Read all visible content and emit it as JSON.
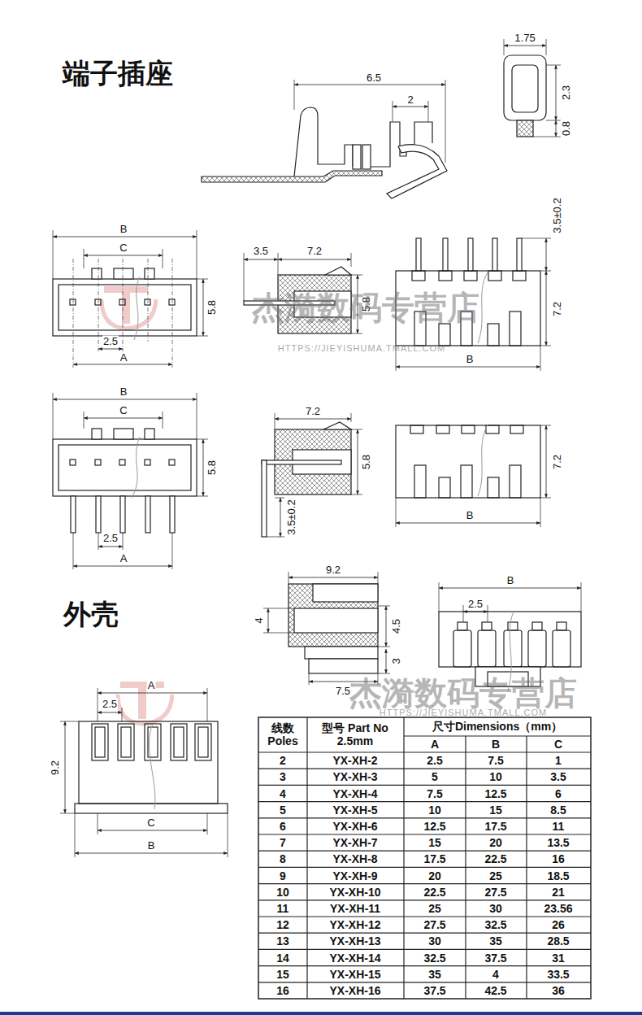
{
  "diagram": {
    "labels": [
      "端子插座",
      "6.5",
      "2",
      "1.75",
      "2.3",
      "0.8",
      "B",
      "C",
      "5.8",
      "2.5",
      "A",
      "3.5",
      "7.2",
      "5.8",
      "3.5±0.2",
      "7.2",
      "B",
      "杰漪数码专营店",
      "HTTPS://JIEYISHUMA.TMALL.COM",
      "B",
      "C",
      "5.8",
      "2.5",
      "A",
      "7.2",
      "5.8",
      "3.5±0.2",
      "7.2",
      "B",
      "外壳",
      "9.2",
      "4",
      "4.5",
      "3",
      "7.5",
      "B",
      "2.5",
      "A",
      "2.5",
      "9.2",
      "C",
      "B",
      "杰漪数码专营店",
      "HTTPS://JIEYISHUMA.TMALL.COM",
      "线数 Poles",
      "型号 Part No 2.5mm",
      "尺寸Dimensions（mm）",
      "A",
      "B",
      "C",
      "2",
      "YX-XH-2",
      "2.5",
      "7.5",
      "1",
      "3",
      "YX-XH-3",
      "5",
      "10",
      "3.5",
      "4",
      "YX-XH-4",
      "7.5",
      "12.5",
      "6",
      "5",
      "YX-XH-5",
      "10",
      "15",
      "8.5",
      "6",
      "YX-XH-6",
      "12.5",
      "17.5",
      "11",
      "7",
      "YX-XH-7",
      "15",
      "20",
      "13.5",
      "8",
      "YX-XH-8",
      "17.5",
      "22.5",
      "16",
      "9",
      "YX-XH-9",
      "20",
      "25",
      "18.5",
      "10",
      "YX-XH-10",
      "22.5",
      "27.5",
      "21",
      "11",
      "YX-XH-11",
      "25",
      "30",
      "23.56",
      "12",
      "YX-XH-12",
      "27.5",
      "32.5",
      "26",
      "13",
      "YX-XH-13",
      "30",
      "35",
      "28.5",
      "14",
      "YX-XH-14",
      "32.5",
      "37.5",
      "31",
      "15",
      "YX-XH-15",
      "35",
      "4",
      "33.5",
      "16",
      "YX-XH-16",
      "37.5",
      "42.5",
      "36"
    ]
  }
}
